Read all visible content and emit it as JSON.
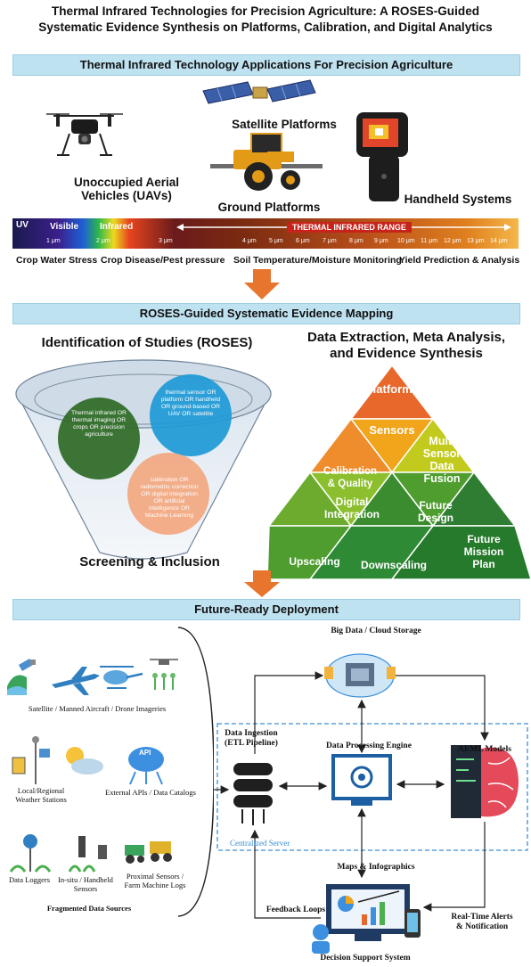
{
  "title_line1": "Thermal Infrared Technologies for Precision Agriculture: A ROSES-Guided",
  "title_line2": "Systematic Evidence Synthesis on Platforms, Calibration, and Digital Analytics",
  "section1": {
    "banner": "Thermal Infrared Technology Applications For Precision Agriculture",
    "platforms": {
      "uav_line1": "Unoccupied Aerial",
      "uav_line2": "Vehicles (UAVs)",
      "satellite": "Satellite Platforms",
      "ground": "Ground Platforms",
      "handheld": "Handheld Systems"
    },
    "spectrum": {
      "uv": "UV",
      "visible": "Visible",
      "infrared": "Infrared",
      "thermal": "THERMAL INFRARED RANGE",
      "ticks": [
        "1 μm",
        "2 μm",
        "3 μm",
        "4 μm",
        "5 μm",
        "6 μm",
        "7 μm",
        "8 μm",
        "9 μm",
        "10 μm",
        "11 μm",
        "12 μm",
        "13 μm",
        "14 μm"
      ]
    },
    "applications": [
      "Crop Water Stress",
      "Crop Disease/Pest pressure",
      "Soil Temperature/Moisture Monitoring",
      "Yield Prediction & Analysis"
    ]
  },
  "section2": {
    "banner": "ROSES-Guided Systematic Evidence Mapping",
    "funnel": {
      "heading": "Identification of Studies (ROSES)",
      "circle_green": "Thermal infrared OR thermal imaging OR crops OR precision agriculture",
      "circle_blue": "thermal sensor OR platform OR handheld OR ground-based OR UAV OR satellite",
      "circle_orange": "calibration OR radiometric correction OR digital integration OR artificial intelligence OR Machine Learning",
      "footer": "Screening & Inclusion"
    },
    "pyramid": {
      "heading_line1": "Data Extraction, Meta Analysis,",
      "heading_line2": "and Evidence Synthesis",
      "platforms": "Platforms",
      "sensors": "Sensors",
      "multi_line1": "Multi",
      "multi_line2": "Sensor",
      "multi_line3": "Data",
      "multi_line4": "Fusion",
      "calib_line1": "Calibration",
      "calib_line2": "& Quality",
      "digital_line1": "Digital",
      "digital_line2": "Integration",
      "future_design_line1": "Future",
      "future_design_line2": "Design",
      "upscaling": "Upscaling",
      "downscaling": "Downscaling",
      "future_mission_line1": "Future",
      "future_mission_line2": "Mission",
      "future_mission_line3": "Plan"
    }
  },
  "section3": {
    "banner": "Future-Ready Deployment",
    "sources": {
      "imagery": "Satellite / Manned Aircraft / Drone Imageries",
      "weather_line1": "Local/Regional",
      "weather_line2": "Weather Stations",
      "apis": "External APIs / Data Catalogs",
      "api_icon_text": "API",
      "loggers": "Data Loggers",
      "insitu_line1": "In-situ / Handheld",
      "insitu_line2": "Sensors",
      "proximal_line1": "Proximal Sensors /",
      "proximal_line2": "Farm Machine Logs",
      "group_label": "Fragmented Data Sources"
    },
    "pipeline": {
      "cloud": "Big Data / Cloud Storage",
      "ingestion_line1": "Data Ingestion",
      "ingestion_line2": "(ETL Pipeline)",
      "processing": "Data Processing Engine",
      "ai": "AI/ML Models",
      "server": "Centralized Server",
      "maps": "Maps & Infographics",
      "feedback": "Feedback Loops",
      "alerts_line1": "Real-Time Alerts",
      "alerts_line2": "& Notification",
      "dss": "Decision Support System"
    }
  },
  "colors": {
    "banner": "#bfe2f1",
    "arrow": "#e8752d",
    "pyr_top": "#e8672a",
    "pyr_orange": "#ef8c2b",
    "pyr_amber": "#f0a51b",
    "pyr_yellowgreen": "#c2cb1d",
    "pyr_lightgreen": "#8cbf2d",
    "pyr_green": "#4f9d2f",
    "pyr_darkgreen": "#2e7d32",
    "circle_green": "#2e6b26",
    "circle_blue": "#1f9ad6",
    "circle_orange": "#f2a983"
  }
}
